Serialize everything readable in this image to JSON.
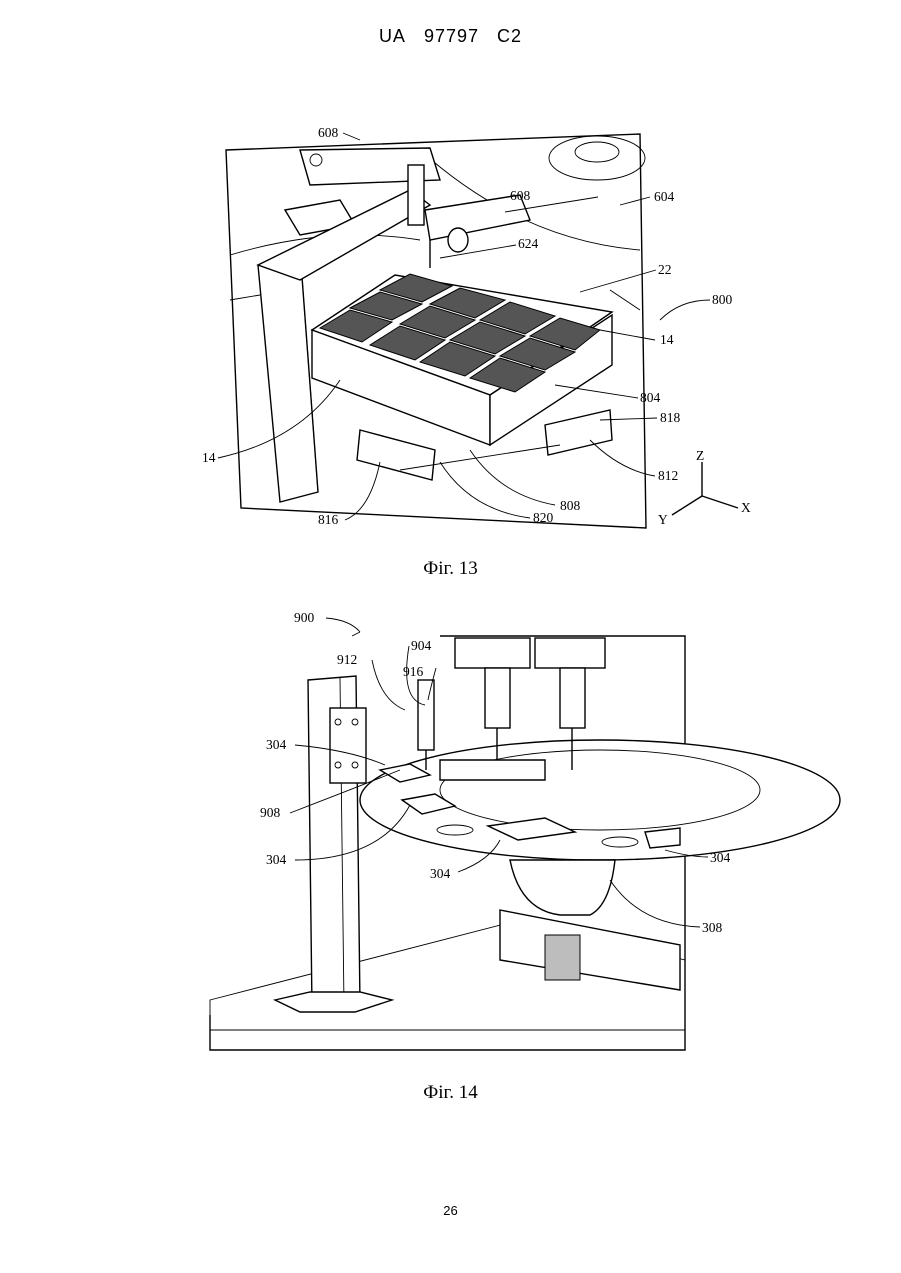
{
  "header": {
    "country": "UA",
    "number": "97797",
    "kind": "C2"
  },
  "figure13": {
    "caption": "Фіг. 13",
    "labels": {
      "l608a": "608",
      "l608b": "608",
      "l604": "604",
      "l624": "624",
      "l22": "22",
      "l800": "800",
      "l14a": "14",
      "l804": "804",
      "l818": "818",
      "l14b": "14",
      "l812": "812",
      "l808": "808",
      "l816": "816",
      "l820": "820",
      "axis_z": "Z",
      "axis_x": "X",
      "axis_y": "Y"
    }
  },
  "figure14": {
    "caption": "Фіг. 14",
    "labels": {
      "l900": "900",
      "l904": "904",
      "l912": "912",
      "l916": "916",
      "l304a": "304",
      "l908": "908",
      "l304b": "304",
      "l304c": "304",
      "l304d": "304",
      "l308": "308"
    }
  },
  "page_number": "26"
}
